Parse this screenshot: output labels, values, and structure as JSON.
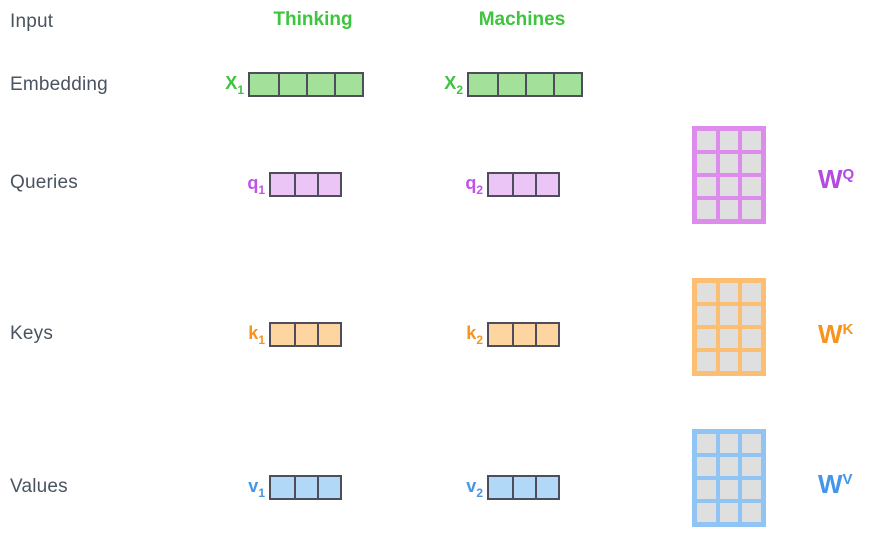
{
  "header": {
    "input_label": "Input",
    "tokens": [
      "Thinking",
      "Machines"
    ]
  },
  "row_labels": {
    "embedding": "Embedding",
    "queries": "Queries",
    "keys": "Keys",
    "values": "Values"
  },
  "vectors": {
    "x1": {
      "base": "X",
      "sub": "1",
      "cells": 4
    },
    "x2": {
      "base": "X",
      "sub": "2",
      "cells": 4
    },
    "q1": {
      "base": "q",
      "sub": "1",
      "cells": 3
    },
    "q2": {
      "base": "q",
      "sub": "2",
      "cells": 3
    },
    "k1": {
      "base": "k",
      "sub": "1",
      "cells": 3
    },
    "k2": {
      "base": "k",
      "sub": "2",
      "cells": 3
    },
    "v1": {
      "base": "v",
      "sub": "1",
      "cells": 3
    },
    "v2": {
      "base": "v",
      "sub": "2",
      "cells": 3
    }
  },
  "matrices": {
    "wq": {
      "base": "W",
      "sup": "Q",
      "rows": 4,
      "cols": 3
    },
    "wk": {
      "base": "W",
      "sup": "K",
      "rows": 4,
      "cols": 3
    },
    "wv": {
      "base": "W",
      "sup": "V",
      "rows": 4,
      "cols": 3
    }
  },
  "colors": {
    "background": "#ffffff",
    "label_text": "#4a5361",
    "token_green": "#3ec43e",
    "vector_border": "#4d4d5c",
    "x_fill": "#a3e09a",
    "q_text": "#c353e8",
    "q_fill": "#eac5f5",
    "k_text": "#f7941e",
    "k_fill": "#fcd5a0",
    "v_text": "#4695e8",
    "v_fill": "#b2d8f8",
    "wq_border": "#dd8ced",
    "wq_label": "#b44ae0",
    "wk_border": "#fcbe73",
    "wk_label": "#f7941e",
    "wv_border": "#90c4f4",
    "wv_label": "#4695e8",
    "matrix_cell": "#dfdfe0"
  }
}
